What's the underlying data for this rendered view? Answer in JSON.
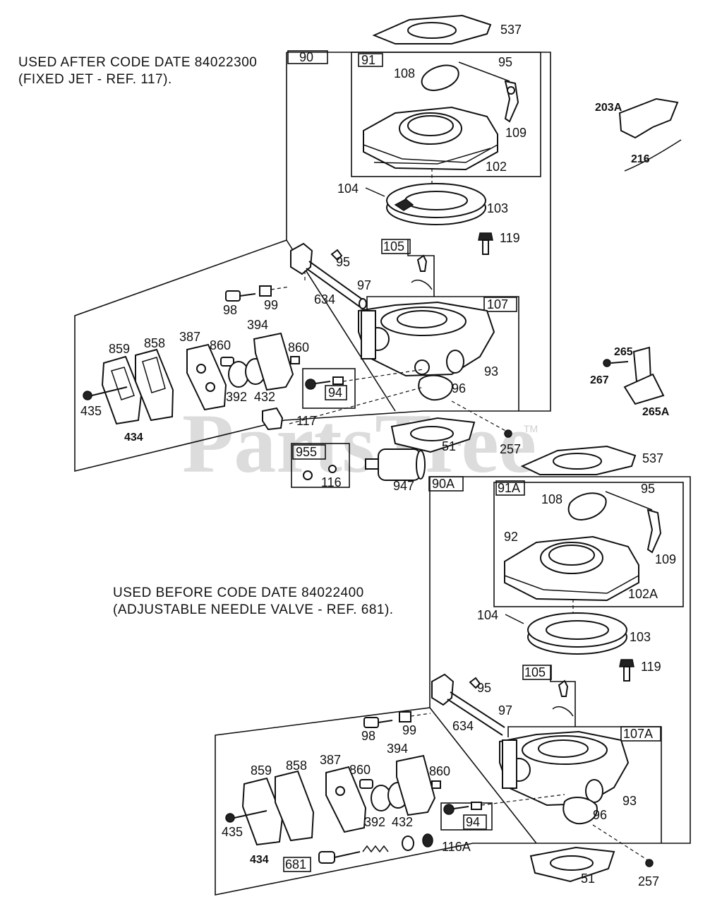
{
  "watermark": {
    "text": "PartsTree",
    "tm": "TM"
  },
  "notes": {
    "after_line1": "USED AFTER CODE DATE 84022300",
    "after_line2": "(FIXED JET - REF. 117).",
    "before_line1": "USED BEFORE CODE DATE 84022400",
    "before_line2": "(ADJUSTABLE NEEDLE VALVE - REF. 681)."
  },
  "boxes": {
    "b90": "90",
    "b91": "91",
    "b105": "105",
    "b107": "107",
    "b94": "94",
    "b955": "955",
    "b90a": "90A",
    "b91a": "91A",
    "b105b": "105",
    "b107a": "107A",
    "b94b": "94",
    "b681": "681"
  },
  "labels": {
    "u537": "537",
    "u95a": "95",
    "u108": "108",
    "u109": "109",
    "u102": "102",
    "u104": "104",
    "u103": "103",
    "u119": "119",
    "u95b": "95",
    "u97": "97",
    "u634": "634",
    "u98": "98",
    "u99": "99",
    "u394": "394",
    "u860a": "860",
    "u860b": "860",
    "u387": "387",
    "u858": "858",
    "u859": "859",
    "u392": "392",
    "u432": "432",
    "u435": "435",
    "u434": "434",
    "u117": "117",
    "u93": "93",
    "u96": "96",
    "u51": "51",
    "u257": "257",
    "u116": "116",
    "u947": "947",
    "s203a": "203A",
    "s216": "216",
    "s265": "265",
    "s267": "267",
    "s265a": "265A",
    "l537": "537",
    "l95a": "95",
    "l108": "108",
    "l92": "92",
    "l109": "109",
    "l102a": "102A",
    "l104": "104",
    "l103": "103",
    "l119": "119",
    "l95b": "95",
    "l97": "97",
    "l634": "634",
    "l98": "98",
    "l99": "99",
    "l394": "394",
    "l859": "859",
    "l858": "858",
    "l387": "387",
    "l860a": "860",
    "l860b": "860",
    "l392": "392",
    "l432": "432",
    "l435": "435",
    "l434": "434",
    "l93": "93",
    "l96": "96",
    "l116a": "116A",
    "l51": "51",
    "l257": "257"
  }
}
